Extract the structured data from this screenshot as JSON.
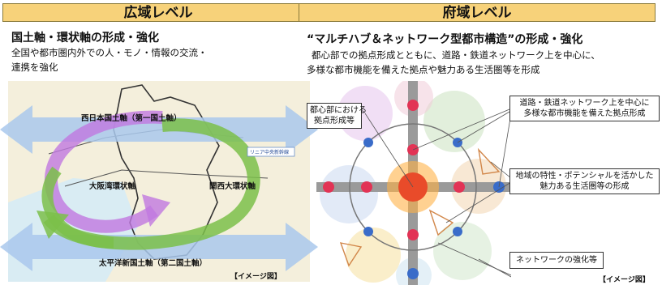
{
  "left": {
    "header": "広域レベル",
    "heading": "国土軸・環状軸の形成・強化",
    "body_line1": "全国や都市圏内外での人・モノ・情報の交流・",
    "body_line2": "連携を強化",
    "map_labels": {
      "west_axis": "西日本国土軸（第一国土軸）",
      "linear": "リニア中央新幹線",
      "osaka_bay": "大阪湾環状軸",
      "kansai_ring": "関西大環状軸",
      "pacific_axis": "太平洋新国土軸（第二国土軸）"
    },
    "caption": "【イメージ図】"
  },
  "right": {
    "header": "府域レベル",
    "heading": "“マルチハブ＆ネットワーク型都市構造”の形成・強化",
    "body_line1": "都心部での拠点形成とともに、道路・鉄道ネットワーク上を中心に、",
    "body_line2": "多様な都市機能を備えた拠点や魅力ある生活圏等を形成",
    "callouts": {
      "center_line1": "都心部における",
      "center_line2": "拠点形成等",
      "network_hubs_line1": "道路・鉄道ネットワーク上を中心に",
      "network_hubs_line2": "多様な都市機能を備えた拠点形成",
      "living_line1": "地域の特性・ポテンシャルを活かした",
      "living_line2": "魅力ある生活圏等の形成",
      "network": "ネットワークの強化等"
    },
    "caption": "【イメージ図】"
  },
  "colors": {
    "header_bg": "#f7d27a",
    "blue_arrow": "#a9c8ec",
    "green_ring": "#7bbf4a",
    "purple_ring": "#c178e0",
    "hub_red": "#e23355",
    "hub_blue": "#3a6cc9"
  }
}
